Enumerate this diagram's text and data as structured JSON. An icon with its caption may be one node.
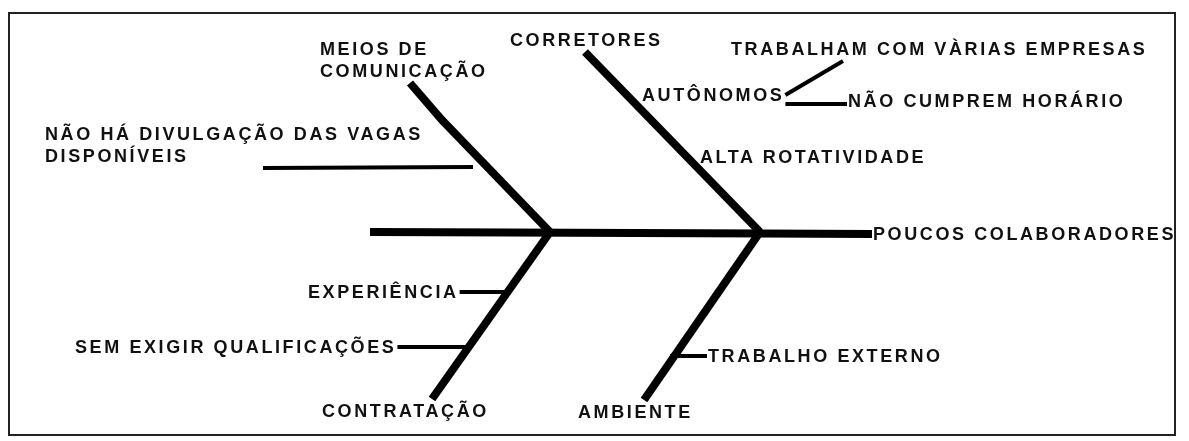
{
  "diagram": {
    "nodes": [
      {
        "text": [
          "MEIOS DE COMUNICAÇÃO"
        ]
      },
      {
        "text": [
          "CORRETORES"
        ]
      },
      {
        "text": [
          "AUTÔNOMOS"
        ]
      },
      {
        "text": [
          "TRABALHAM COM VÀRIAS EMPRESAS"
        ]
      },
      {
        "text": [
          "NÃO CUMPREM HORÁRIO"
        ]
      },
      {
        "text": [
          "NÃO HÁ DIVULGAÇÃO DAS VAGAS DISPONÍVEIS"
        ]
      },
      {
        "text": [
          "ALTA ROTATIVIDADE"
        ]
      },
      {
        "text": [
          "POUCOS COLABORADORES"
        ]
      },
      {
        "text": [
          "EXPERIÊNCIA"
        ]
      },
      {
        "text": [
          "SEM EXIGIR QUALIFICAÇÕES"
        ]
      },
      {
        "text": [
          "TRABALHO EXTERNO"
        ]
      },
      {
        "text": [
          "CONTRATAÇÃO"
        ]
      },
      {
        "text": [
          "AMBIENTE"
        ]
      }
    ],
    "edges": [
      {
        "from": null,
        "to": 7,
        "arrow": "none",
        "style": "thick"
      },
      {
        "from": 0,
        "to": null,
        "arrow": "none",
        "style": "thick"
      },
      {
        "from": 1,
        "to": null,
        "arrow": "none",
        "style": "thick"
      },
      {
        "from": 11,
        "to": null,
        "arrow": "none",
        "style": "thick"
      },
      {
        "from": 12,
        "to": null,
        "arrow": "none",
        "style": "thick"
      },
      {
        "from": 5,
        "to": null,
        "arrow": "none"
      },
      {
        "from": 2,
        "to": 3,
        "arrow": "none"
      },
      {
        "from": 2,
        "to": 4,
        "arrow": "none"
      },
      {
        "from": 8,
        "to": null,
        "arrow": "none"
      },
      {
        "from": 9,
        "to": null,
        "arrow": "none"
      },
      {
        "from": 10,
        "to": null,
        "arrow": "none"
      }
    ]
  }
}
